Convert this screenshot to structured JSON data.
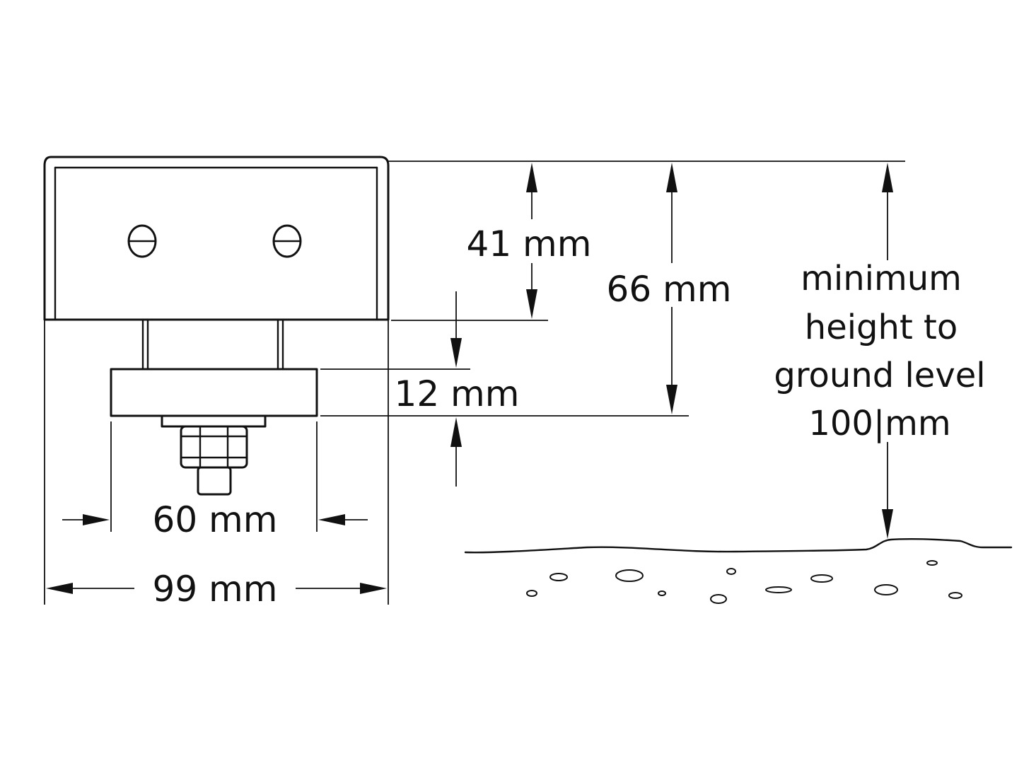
{
  "dimensions": {
    "width_total": "99 mm",
    "width_base": "60 mm",
    "height_body": "41 mm",
    "height_base": "12 mm",
    "height_overall": "66 mm"
  },
  "note": {
    "line1": "minimum",
    "line2": "height to",
    "line3": "ground level",
    "line4": "100|mm"
  },
  "colors": {
    "ink": "#111111",
    "background": "#ffffff"
  }
}
